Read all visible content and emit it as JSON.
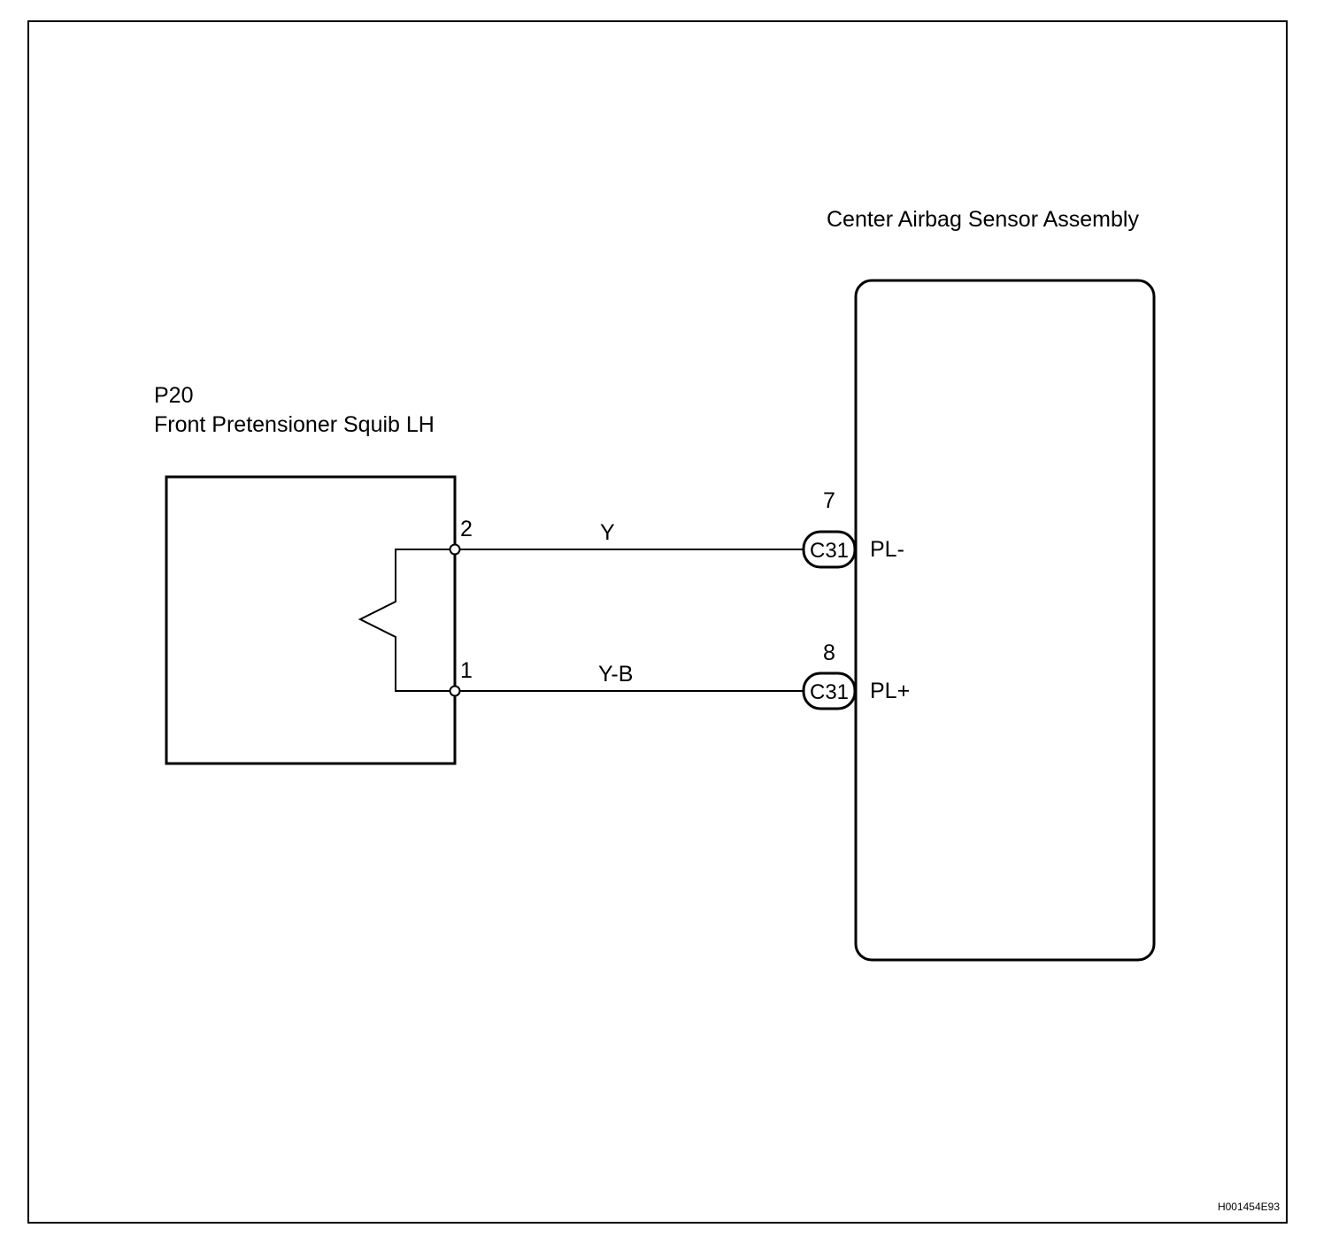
{
  "squib": {
    "code": "P20",
    "name": "Front Pretensioner Squib LH",
    "pins": [
      {
        "number": "2",
        "wire_color": "Y"
      },
      {
        "number": "1",
        "wire_color": "Y-B"
      }
    ]
  },
  "sensor": {
    "name": "Center Airbag Sensor Assembly",
    "terminals": [
      {
        "pin": "7",
        "connector": "C31",
        "signal": "PL-"
      },
      {
        "pin": "8",
        "connector": "C31",
        "signal": "PL+"
      }
    ]
  },
  "figure_code": "H001454E93"
}
